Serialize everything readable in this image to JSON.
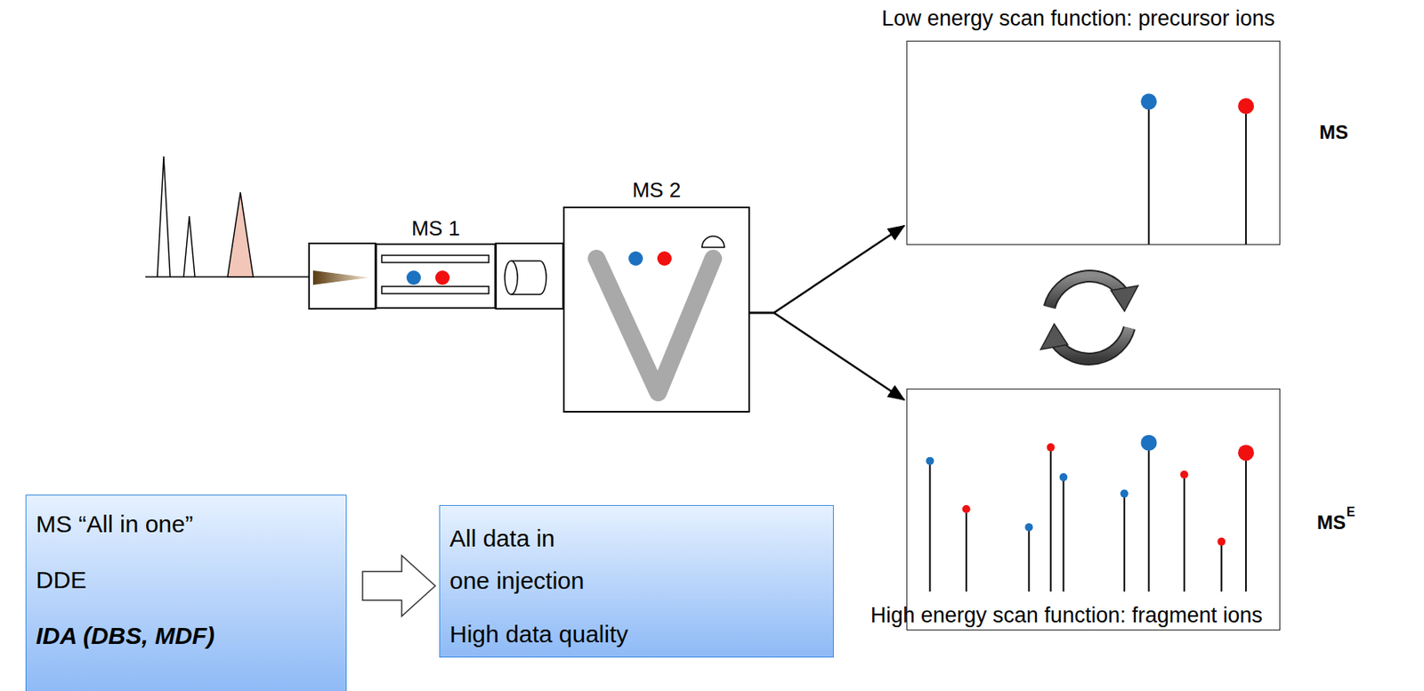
{
  "diagram": {
    "nodes": [
      {
        "text": [
          "MS 1"
        ]
      },
      {
        "text": [
          "MS 2"
        ]
      },
      {
        "text": [
          "Low energy scan function: precursor ions"
        ]
      },
      {
        "text": [
          "High energy scan function: fragment ions"
        ]
      },
      {
        "text": [
          "MS “All in one”",
          "DDE",
          "IDA (DBS, MDF)"
        ]
      },
      {
        "text": [
          "All data in one injection",
          "High data quality"
        ]
      }
    ],
    "edges": [
      {
        "from": 1,
        "to": 2,
        "arrow": "to"
      },
      {
        "from": 1,
        "to": 3,
        "arrow": "to"
      },
      {
        "from": 4,
        "to": 5,
        "arrow": "to"
      }
    ],
    "labels": [
      "MS",
      "MS",
      "E"
    ]
  }
}
